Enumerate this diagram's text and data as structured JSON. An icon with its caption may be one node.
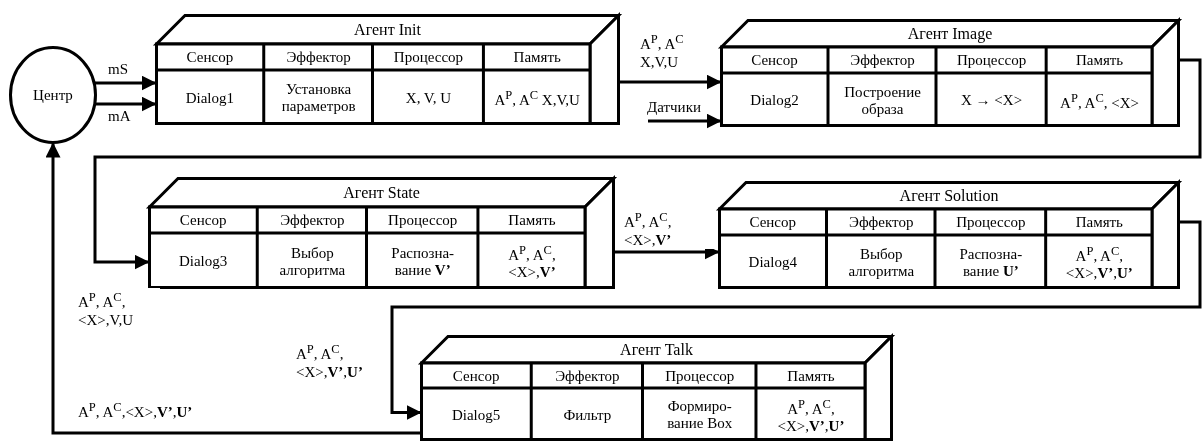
{
  "diagram": {
    "nodes": [
      {
        "text": [
          "Центр"
        ]
      },
      {
        "text": [
          "Агент Init",
          "Сенсор",
          "Эффектор",
          "Процессор",
          "Память",
          "Dialog1",
          "Установка параметров",
          "X, V, U",
          "A$^{P}$, A$^{C}$ X,V,U"
        ]
      },
      {
        "text": [
          "Агент Image",
          "Сенсор",
          "Эффектор",
          "Процессор",
          "Память",
          "Dialog2",
          "Построение образа",
          "X → <X>",
          "A$^{P}$, A$^{C}$, <X>"
        ]
      },
      {
        "text": [
          "Агент State",
          "Сенсор",
          "Эффектор",
          "Процессор",
          "Память",
          "Dialog3",
          "Выбор алгоритма",
          "Распозна-вание **V’**",
          "A$^{P}$, A$^{C}$, <X>,**V’**"
        ]
      },
      {
        "text": [
          "Агент Solution",
          "Сенсор",
          "Эффектор",
          "Процессор",
          "Память",
          "Dialog4",
          "Выбор алгоритма",
          "Распозна-вание **U’**",
          "A$^{P}$, A$^{C}$, <X>,**V’**,**U’**"
        ]
      },
      {
        "text": [
          "Агент Talk",
          "Сенсор",
          "Эффектор",
          "Процессор",
          "Память",
          "Dialog5",
          "Фильтр",
          "Формиро-вание Box",
          "A$^{P}$, A$^{C}$, <X>,**V’**,**U’**"
        ]
      }
    ],
    "edges": [
      {
        "from": 0,
        "to": 1,
        "arrow": "to",
        "label": "mS"
      },
      {
        "from": 0,
        "to": 1,
        "arrow": "to",
        "label": "mA"
      },
      {
        "from": 1,
        "to": 2,
        "arrow": "to",
        "label": "A$^{P}$, A$^{C}$ X,V,U"
      },
      {
        "from": null,
        "to": 2,
        "arrow": "to",
        "label": "Датчики"
      },
      {
        "from": 2,
        "to": 3,
        "arrow": "to",
        "label": "A$^{P}$, A$^{C}$, <X>,V,U"
      },
      {
        "from": 3,
        "to": 4,
        "arrow": "to",
        "label": "A$^{P}$, A$^{C}$, <X>,**V’**"
      },
      {
        "from": 4,
        "to": 5,
        "arrow": "to",
        "label": "A$^{P}$, A$^{C}$, <X>,**V’**,**U’**"
      },
      {
        "from": 5,
        "to": 0,
        "arrow": "to",
        "label": "A$^{P}$, A$^{C}$,<X>,**V’**,**U’**"
      }
    ]
  }
}
